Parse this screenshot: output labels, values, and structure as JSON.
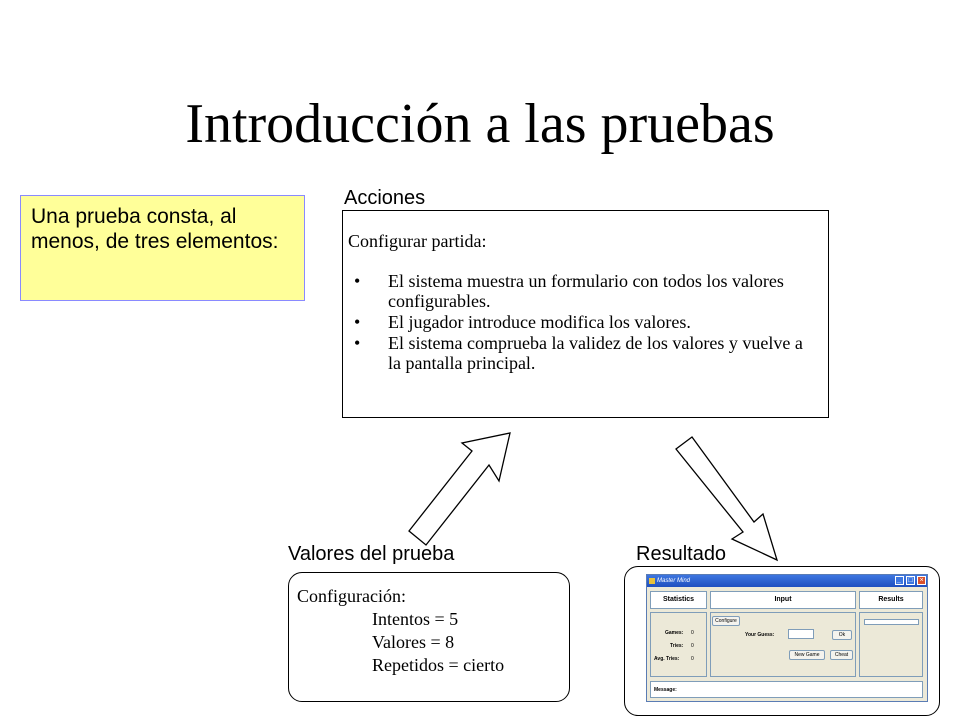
{
  "slide": {
    "title": "Introducción a las pruebas",
    "note": "Una prueba consta, al menos, de tres elementos:"
  },
  "acciones": {
    "label": "Acciones",
    "heading": "Configurar partida:",
    "bullets": [
      "El sistema muestra un formulario con todos los valores configurables.",
      "El jugador introduce modifica los valores.",
      "El sistema comprueba la validez de los valores y vuelve a la pantalla principal."
    ]
  },
  "valores": {
    "label": "Valores del prueba",
    "heading": "Configuración:",
    "lines": [
      "Intentos = 5",
      "Valores = 8",
      "Repetidos = cierto"
    ]
  },
  "resultado": {
    "label": "Resultado",
    "window_title": "Master Mind",
    "panels": {
      "statistics": "Statistics",
      "input": "Input",
      "results": "Results"
    },
    "stats": {
      "games_label": "Games:",
      "games_value": "0",
      "tries_label": "Tries:",
      "tries_value": "0",
      "avg_label": "Avg. Tries:",
      "avg_value": "0"
    },
    "buttons": {
      "configure": "Configure",
      "ok": "Ok",
      "new_game": "New Game",
      "cheat": "Cheat"
    },
    "guess_label": "Your Guess:",
    "message_label": "Message:"
  },
  "colors": {
    "note_fill": "#ffff99",
    "note_border": "#8a8aff",
    "titlebar": "#1f4fbf"
  },
  "icons": {
    "bullet": "•",
    "minimize": "_",
    "maximize": "□",
    "close": "×"
  }
}
